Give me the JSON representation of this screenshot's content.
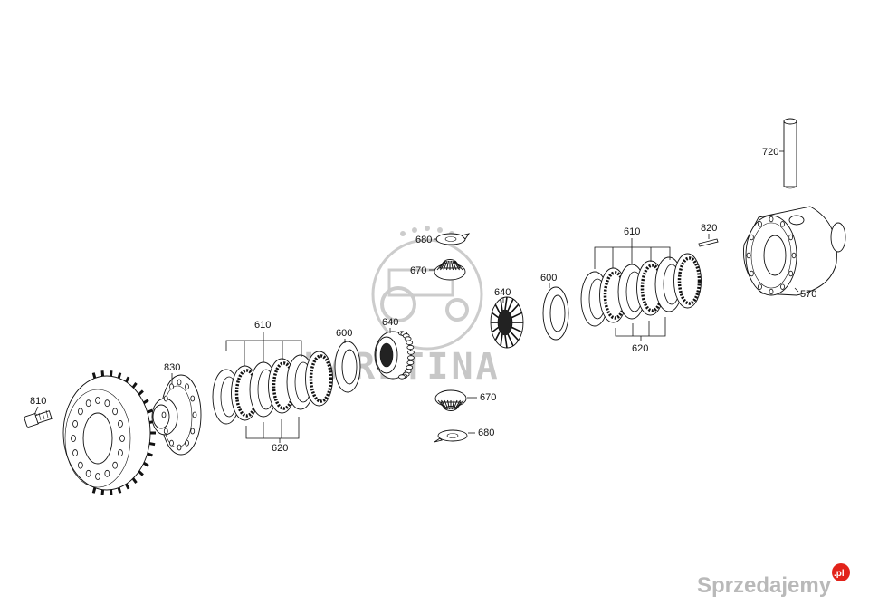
{
  "diagram": {
    "labels": {
      "p810": "810",
      "p830": "830",
      "p610_left": "610",
      "p620_left": "620",
      "p600_left": "600",
      "p640_left": "640",
      "p680_top": "680",
      "p670_top": "670",
      "p670_bottom": "670",
      "p680_bottom": "680",
      "p640_right": "640",
      "p600_right": "600",
      "p610_right": "610",
      "p620_right": "620",
      "p820": "820",
      "p720": "720",
      "p570": "570"
    }
  },
  "watermark": {
    "text": "KARETINA"
  },
  "branding": {
    "site_name": "Sprzedajemy",
    "tld": ".pl"
  },
  "colors": {
    "line": "#111111",
    "watermark": "#9a9a9a",
    "brand_gray": "#b9b9b9",
    "brand_red": "#e2231a"
  }
}
